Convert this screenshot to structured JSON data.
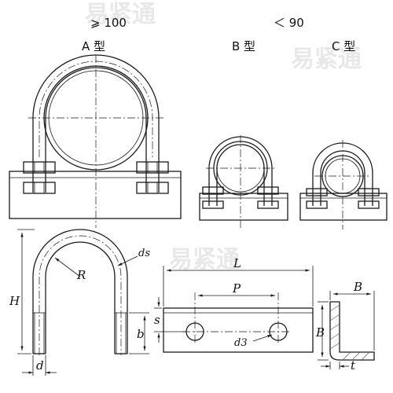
{
  "labels": {
    "ge100": "⩾ 100",
    "lt90": "＜ 90",
    "type_a": "A 型",
    "type_b": "B 型",
    "type_c": "C 型",
    "ds": "ds",
    "R": "R",
    "H": "H",
    "b": "b",
    "d": "d",
    "L": "L",
    "P": "P",
    "S": "s",
    "d3": "d3",
    "B_top": "B",
    "B_side": "B",
    "t": "t"
  },
  "watermarks": [
    "易紧通",
    "易紧通",
    "易紧通"
  ],
  "colors": {
    "line": "#1a1a1a",
    "watermark": "#e3e3e3"
  }
}
